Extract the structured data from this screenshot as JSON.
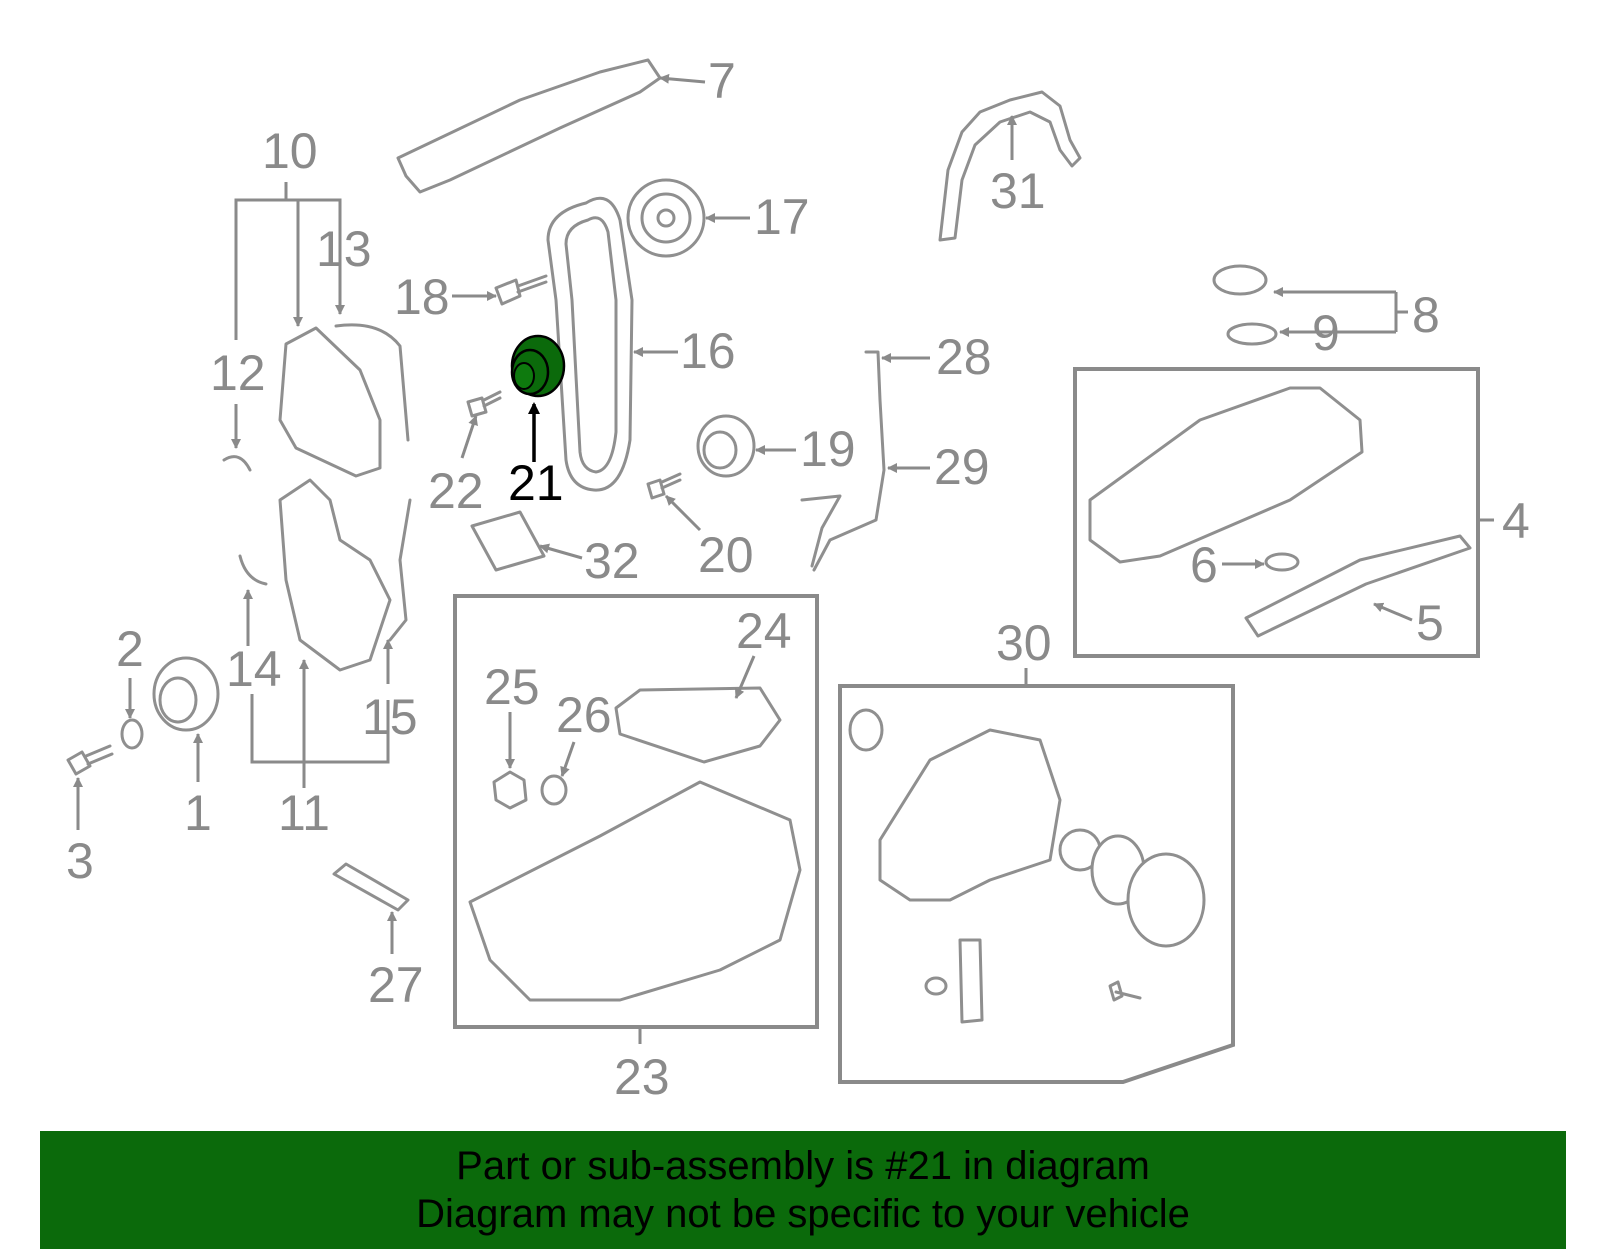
{
  "colors": {
    "highlight": "#0b6a0b",
    "line": "#8a8a8a",
    "banner_bg": "#0b6a0b",
    "banner_text": "#000000"
  },
  "highlighted_part": "21",
  "callouts": [
    "1",
    "2",
    "3",
    "4",
    "5",
    "6",
    "7",
    "8",
    "9",
    "10",
    "11",
    "12",
    "13",
    "14",
    "15",
    "16",
    "17",
    "18",
    "19",
    "20",
    "21",
    "22",
    "23",
    "24",
    "25",
    "26",
    "27",
    "28",
    "29",
    "30",
    "31",
    "32"
  ],
  "banner": {
    "line1": "Part or sub-assembly is #21 in diagram",
    "line2": "Diagram may not be specific to your vehicle"
  }
}
